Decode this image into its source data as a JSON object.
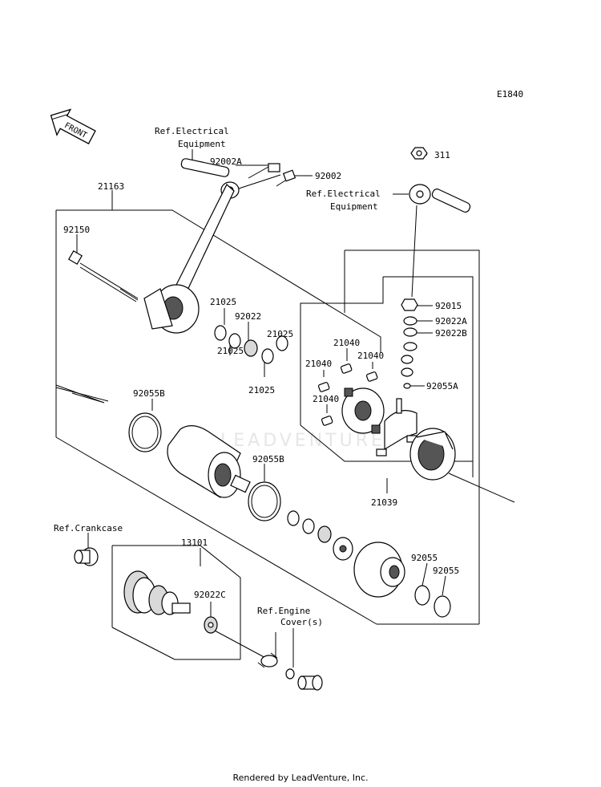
{
  "diagram_code": "E1840",
  "front_label": "FRONT",
  "watermark": "LEADVENTURE",
  "credit": "Rendered by LeadVenture, Inc.",
  "labels": {
    "ref_electrical_1a": "Ref.Electrical",
    "ref_electrical_1b": "Equipment",
    "ref_electrical_2a": "Ref.Electrical",
    "ref_electrical_2b": "Equipment",
    "ref_crankcase": "Ref.Crankcase",
    "ref_engine_a": "Ref.Engine",
    "ref_engine_b": "Cover(s)",
    "p311": "311",
    "p92002A": "92002A",
    "p92002": "92002",
    "p21163": "21163",
    "p92150": "92150",
    "p92015": "92015",
    "p92022A": "92022A",
    "p92022B": "92022B",
    "p21025_a": "21025",
    "p92022": "92022",
    "p21025_b": "21025",
    "p21025_c": "21025",
    "p21025_d": "21025",
    "p21040_a": "21040",
    "p21040_b": "21040",
    "p21040_c": "21040",
    "p21040_d": "21040",
    "p92055A": "92055A",
    "p92055B_a": "92055B",
    "p92055B_b": "92055B",
    "p21039": "21039",
    "p13101": "13101",
    "p92022C": "92022C",
    "p92055_a": "92055",
    "p92055_b": "92055"
  }
}
